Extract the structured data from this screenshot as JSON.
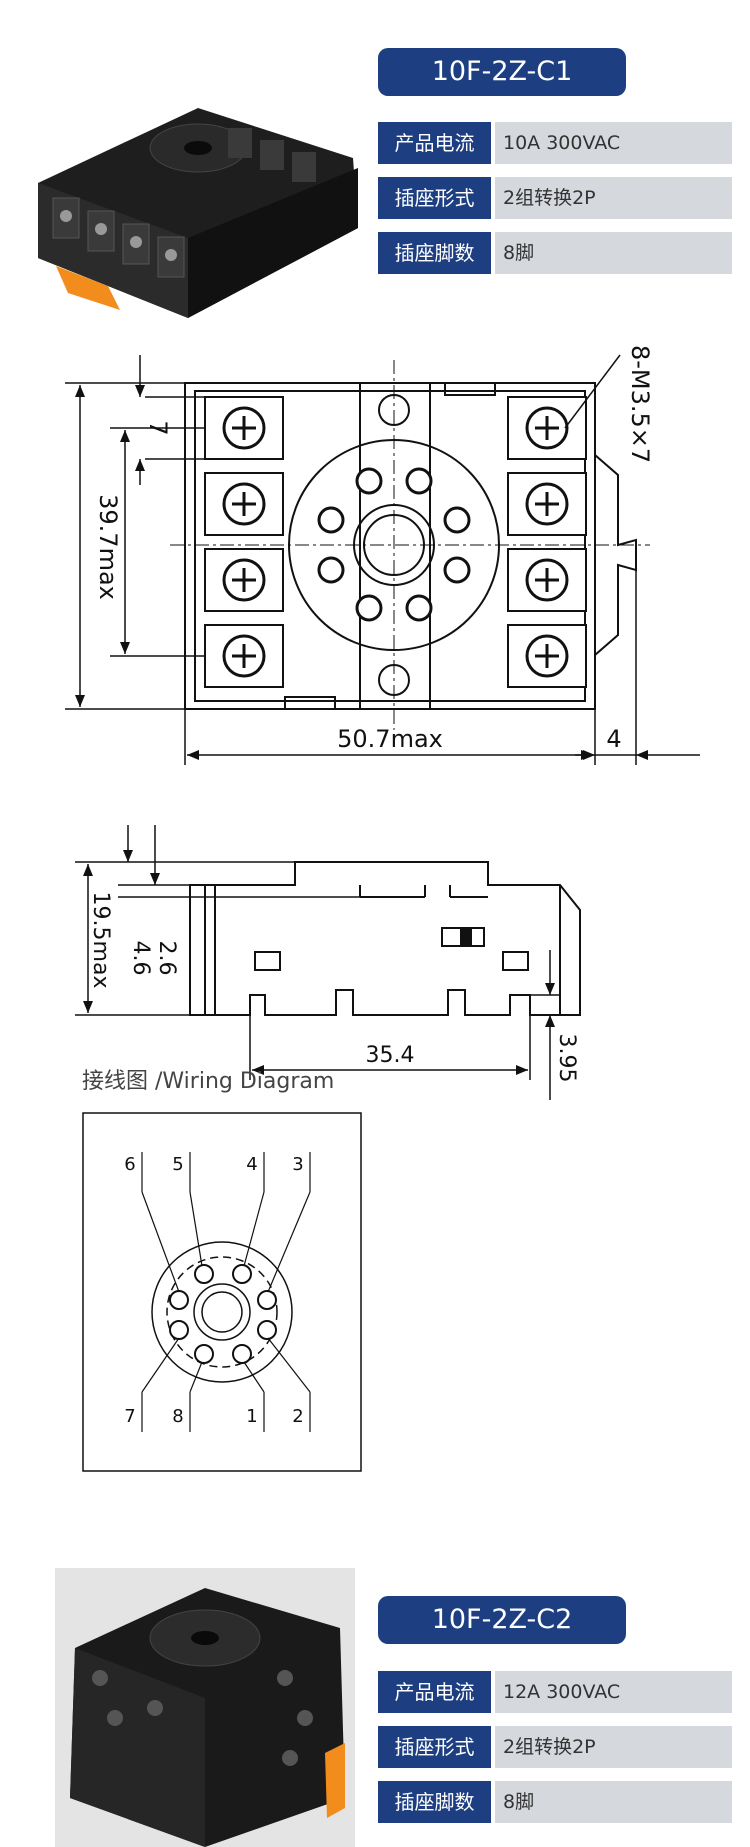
{
  "products": [
    {
      "model": "10F-2Z-C1",
      "specs": [
        {
          "label": "产品电流",
          "value": "10A 300VAC"
        },
        {
          "label": "插座形式",
          "value": "2组转换2P"
        },
        {
          "label": "插座脚数",
          "value": "8脚"
        }
      ]
    },
    {
      "model": "10F-2Z-C2",
      "specs": [
        {
          "label": "产品电流",
          "value": "12A 300VAC"
        },
        {
          "label": "插座形式",
          "value": "2组转换2P"
        },
        {
          "label": "插座脚数",
          "value": "8脚"
        }
      ]
    }
  ],
  "top_view": {
    "dim_height": "39.7max",
    "dim_width": "50.7max",
    "dim_pitch": "7",
    "dim_screw": "8-M3.5×7",
    "dim_edge": "4"
  },
  "side_view": {
    "dim_height": "19.5max",
    "dim_a": "2.6",
    "dim_b": "4.6",
    "dim_span": "35.4",
    "dim_foot": "3.95"
  },
  "wiring": {
    "caption": "接线图 /Wiring Diagram",
    "pins": [
      "1",
      "2",
      "3",
      "4",
      "5",
      "6",
      "7",
      "8"
    ]
  }
}
